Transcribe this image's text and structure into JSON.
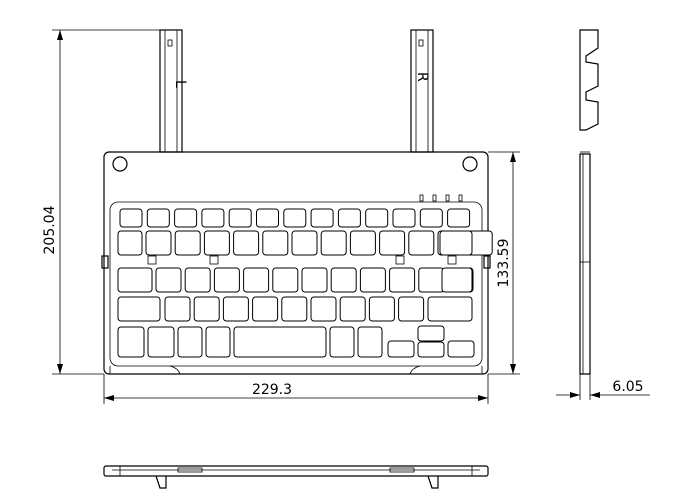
{
  "dimensions": {
    "height_total": "205.04",
    "height_body": "133.59",
    "width": "229.3",
    "thickness": "6.05"
  },
  "stand_labels": {
    "left": "L",
    "right": "R"
  },
  "colors": {
    "line": "#000000",
    "background": "#ffffff"
  }
}
